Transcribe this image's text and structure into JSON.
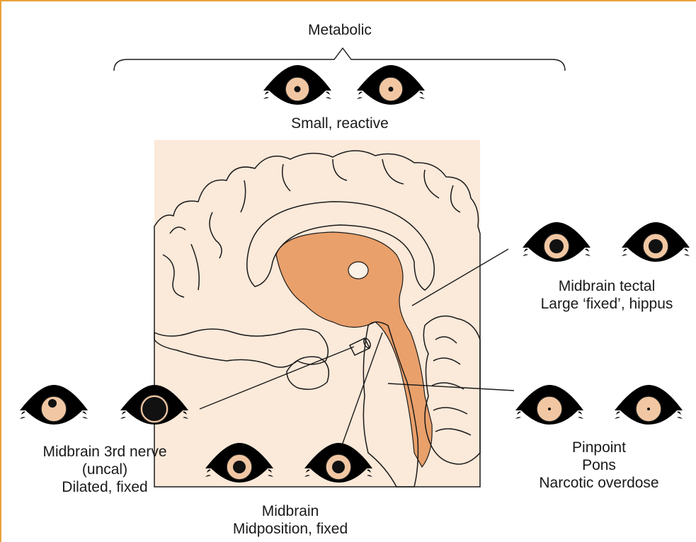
{
  "metabolic": {
    "heading": "Metabolic",
    "description": "Small, reactive"
  },
  "tectal": {
    "line1": "Midbrain tectal",
    "line2": "Large ‘fixed’, hippus"
  },
  "third_nerve": {
    "line1": "Midbrain 3rd nerve",
    "line2": "(uncal)",
    "line3": "Dilated, fixed"
  },
  "midbrain": {
    "line1": "Midbrain",
    "line2": "Midposition, fixed"
  },
  "pons": {
    "line1": "Pinpoint",
    "line2": "Pons",
    "line3": "Narcotic overdose"
  },
  "colors": {
    "frame": "#e8a33a",
    "brain_background": "#fbe9d9",
    "brain_tissue": "#fcf1e6",
    "ventricle": "#e9a06b",
    "iris": "#f1c7a3",
    "pupil": "#111111"
  }
}
